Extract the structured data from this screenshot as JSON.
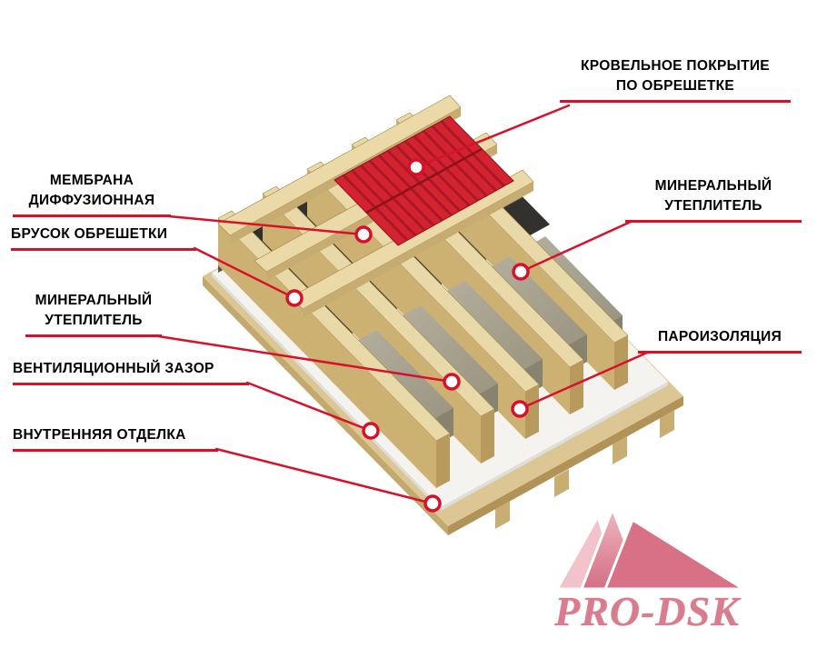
{
  "labels": {
    "roofing": {
      "lines": [
        "КРОВЕЛЬНОЕ ПОКРЫТИЕ",
        "ПО ОБРЕШЕТКЕ"
      ]
    },
    "mineral_right": {
      "lines": [
        "МИНЕРАЛЬНЫЙ",
        "УТЕПЛИТЕЛЬ"
      ]
    },
    "vapor": {
      "lines": [
        "ПАРОИЗОЛЯЦИЯ"
      ]
    },
    "membrane": {
      "lines": [
        "МЕМБРАНА",
        "ДИФФУЗИОННАЯ"
      ]
    },
    "batten": {
      "lines": [
        "БРУСОК ОБРЕШЕТКИ"
      ]
    },
    "mineral_left": {
      "lines": [
        "МИНЕРАЛЬНЫЙ",
        "УТЕПЛИТЕЛЬ"
      ]
    },
    "vent": {
      "lines": [
        "ВЕНТИЛЯЦИОННЫЙ ЗАЗОР"
      ]
    },
    "interior": {
      "lines": [
        "ВНУТРЕННЯЯ ОТДЕЛКА"
      ]
    }
  },
  "logo": {
    "text": "PRO-DSK"
  },
  "colors": {
    "accent_red": "#d8112a",
    "roofing_sheet": "#d42230",
    "wood_light": "#ead9a8",
    "wood_mid": "#cdb173",
    "wood_dark": "#b99a5d",
    "mineral_wool": "#a9a593",
    "membrane_black": "#33312f",
    "film_white": "#f4f3ef",
    "deck_board": "#dcc693",
    "logo_pink": "#d87d8d"
  }
}
